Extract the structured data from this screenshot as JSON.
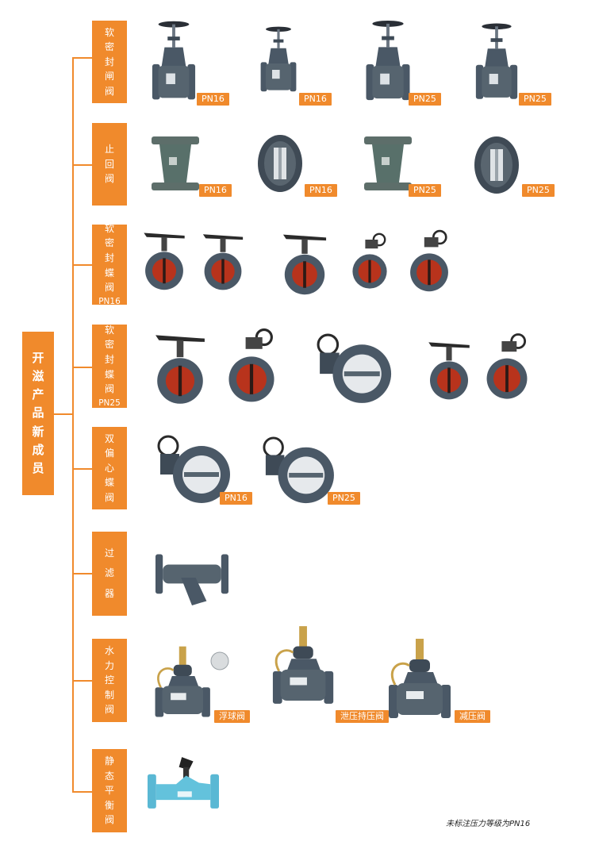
{
  "root": {
    "chars": [
      "开",
      "滋",
      "产",
      "品",
      "新",
      "成",
      "员"
    ]
  },
  "categories": [
    {
      "id": "soft-seal-gate-valve",
      "chars": [
        "软",
        "密",
        "封",
        "闸",
        "阀"
      ],
      "badges": [
        "PN16",
        "PN16",
        "PN25",
        "PN25"
      ]
    },
    {
      "id": "check-valve",
      "chars": [
        "止",
        "回",
        "阀"
      ],
      "badges": [
        "PN16",
        "PN16",
        "PN25",
        "PN25"
      ]
    },
    {
      "id": "soft-seal-butterfly-pn16",
      "chars": [
        "软",
        "密",
        "封",
        "蝶",
        "阀",
        "PN16"
      ],
      "badges": []
    },
    {
      "id": "soft-seal-butterfly-pn25",
      "chars": [
        "软",
        "密",
        "封",
        "蝶",
        "阀",
        "PN25"
      ],
      "badges": []
    },
    {
      "id": "double-eccentric-butterfly",
      "chars": [
        "双",
        "偏",
        "心",
        "蝶",
        "阀"
      ],
      "badges": [
        "PN16",
        "PN25"
      ]
    },
    {
      "id": "strainer",
      "chars": [
        "过",
        "滤",
        "器"
      ],
      "badges": []
    },
    {
      "id": "hydraulic-control-valve",
      "chars": [
        "水",
        "力",
        "控",
        "制",
        "阀"
      ],
      "badges": [
        "浮球阀",
        "泄压持压阀",
        "减压阀"
      ]
    },
    {
      "id": "static-balancing-valve",
      "chars": [
        "静",
        "态",
        "平",
        "衡",
        "阀"
      ],
      "badges": []
    }
  ],
  "note": "未标注压力等级为PN16",
  "colors": {
    "accent": "#f08a2c",
    "valve_body": "#4a5866",
    "disc": "#b8331c",
    "balancing": "#5ab8d4"
  }
}
